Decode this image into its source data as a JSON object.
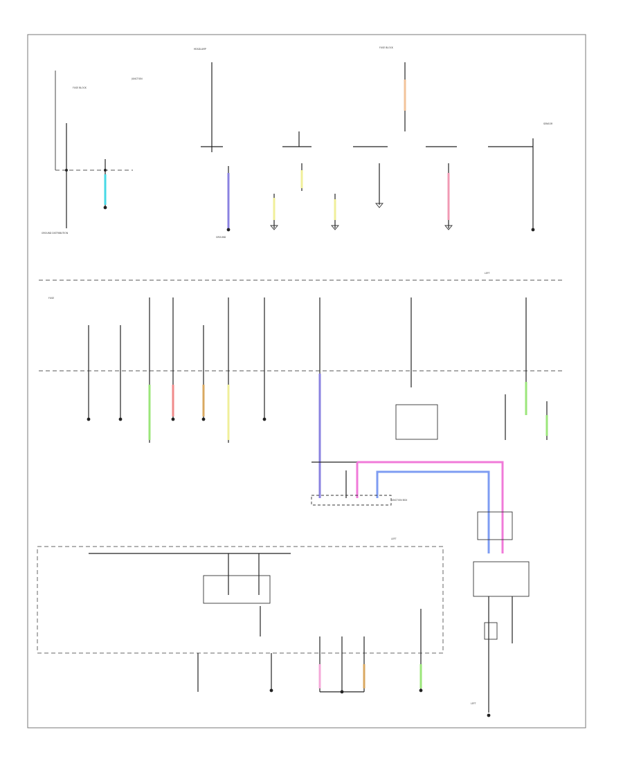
{
  "diagram": {
    "frame_label": "",
    "colors": {
      "line": "#222222",
      "purple": "#8a82e0",
      "cyan": "#46d9e6",
      "yellow": "#f0ef9a",
      "orange": "#f2c39a",
      "pink": "#f19ab4",
      "green": "#9be67a",
      "red": "#f08a8a",
      "brown": "#d9a860",
      "magenta": "#f07ad9",
      "blue": "#7e9cf2",
      "lightpink": "#f4a8d8"
    },
    "icons": [
      "ground-symbol",
      "connector-terminal",
      "fuse-switch",
      "relay-box",
      "splice-dot"
    ]
  }
}
